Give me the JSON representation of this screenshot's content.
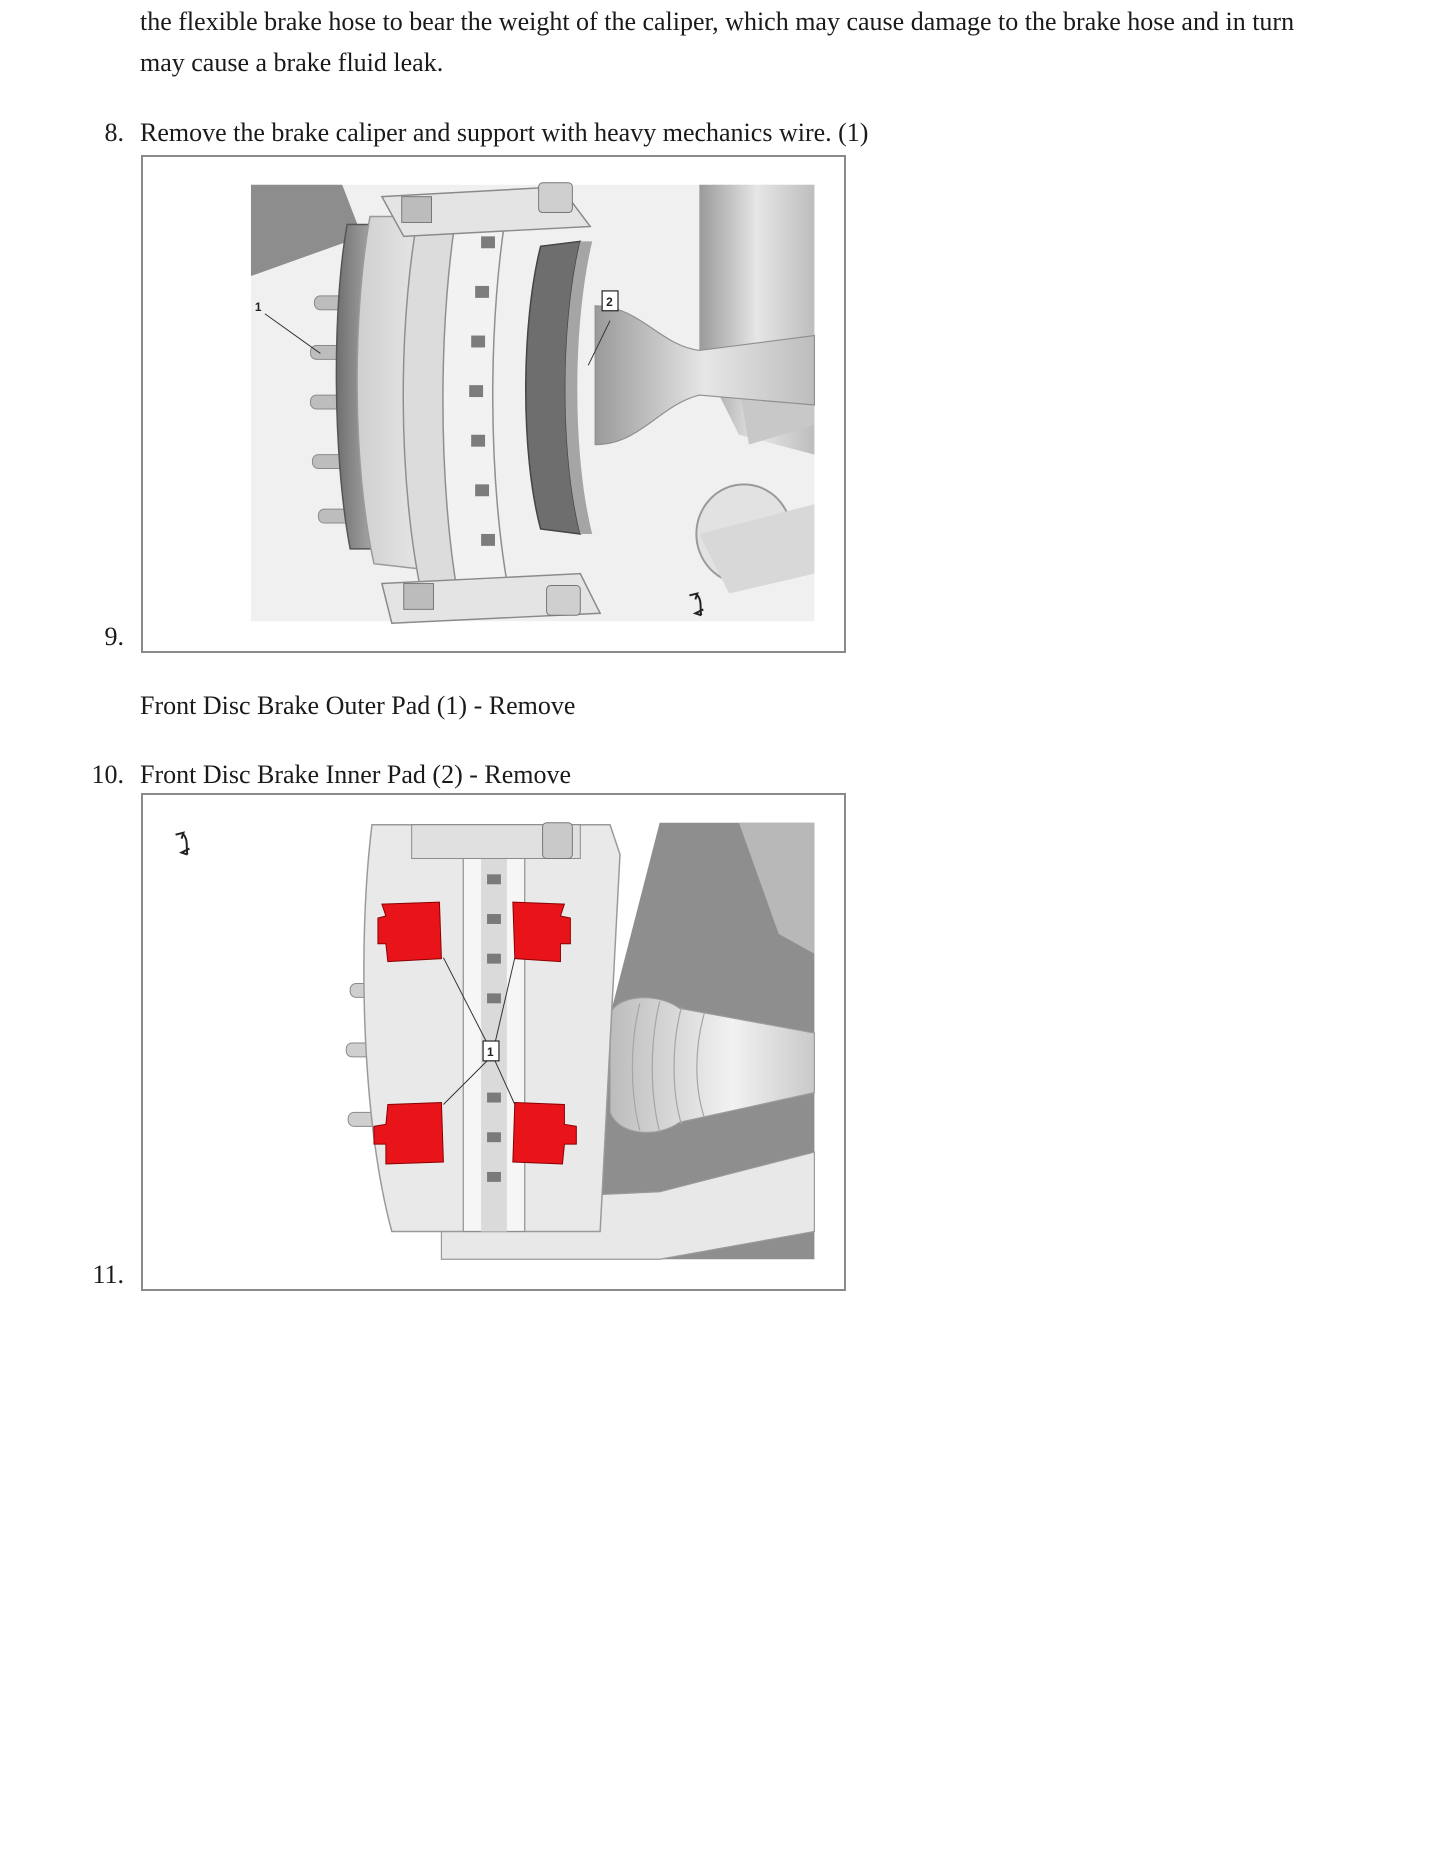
{
  "intro": {
    "line1": "the flexible brake hose to bear the weight of the caliper, which may cause damage to the brake hose and in turn",
    "line2": "may cause a brake fluid leak."
  },
  "steps": [
    {
      "number": "8.",
      "text": "Remove the brake caliper and support with heavy mechanics wire. (1)"
    },
    {
      "number": "9.",
      "text": "Front Disc Brake Outer Pad (1) - Remove"
    },
    {
      "number": "10.",
      "text": "Front Disc Brake Inner Pad (2) - Remove"
    },
    {
      "number": "11.",
      "text": ""
    }
  ],
  "figure1": {
    "callouts": [
      "1",
      "2"
    ]
  },
  "figure2": {
    "callouts": [
      "1"
    ],
    "highlight_color": "#e8141a"
  }
}
